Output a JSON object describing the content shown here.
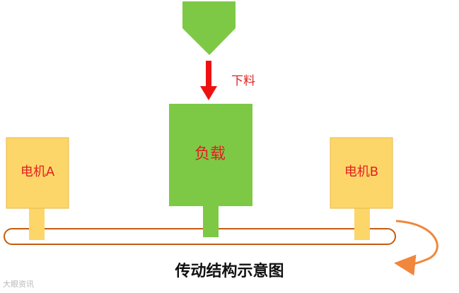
{
  "diagram": {
    "feed_label": "下料",
    "load_label": "负载",
    "motor_a_label": "电机A",
    "motor_b_label": "电机B",
    "caption": "传动结构示意图",
    "watermark": "大眼资讯"
  },
  "colors": {
    "hopper": "#7dc946",
    "load": "#7dc946",
    "motor": "#fdd66a",
    "motor_stroke": "#e8b94a",
    "shaft": "#fdd66a",
    "belt": "#c55a11",
    "feed_arrow": "#ee1111",
    "label_text": "#e02020",
    "rotation_arrow": "#f0873c"
  },
  "icons": {
    "feed_arrow": "down-arrow",
    "rotation_arrow": "curved-arrow"
  }
}
